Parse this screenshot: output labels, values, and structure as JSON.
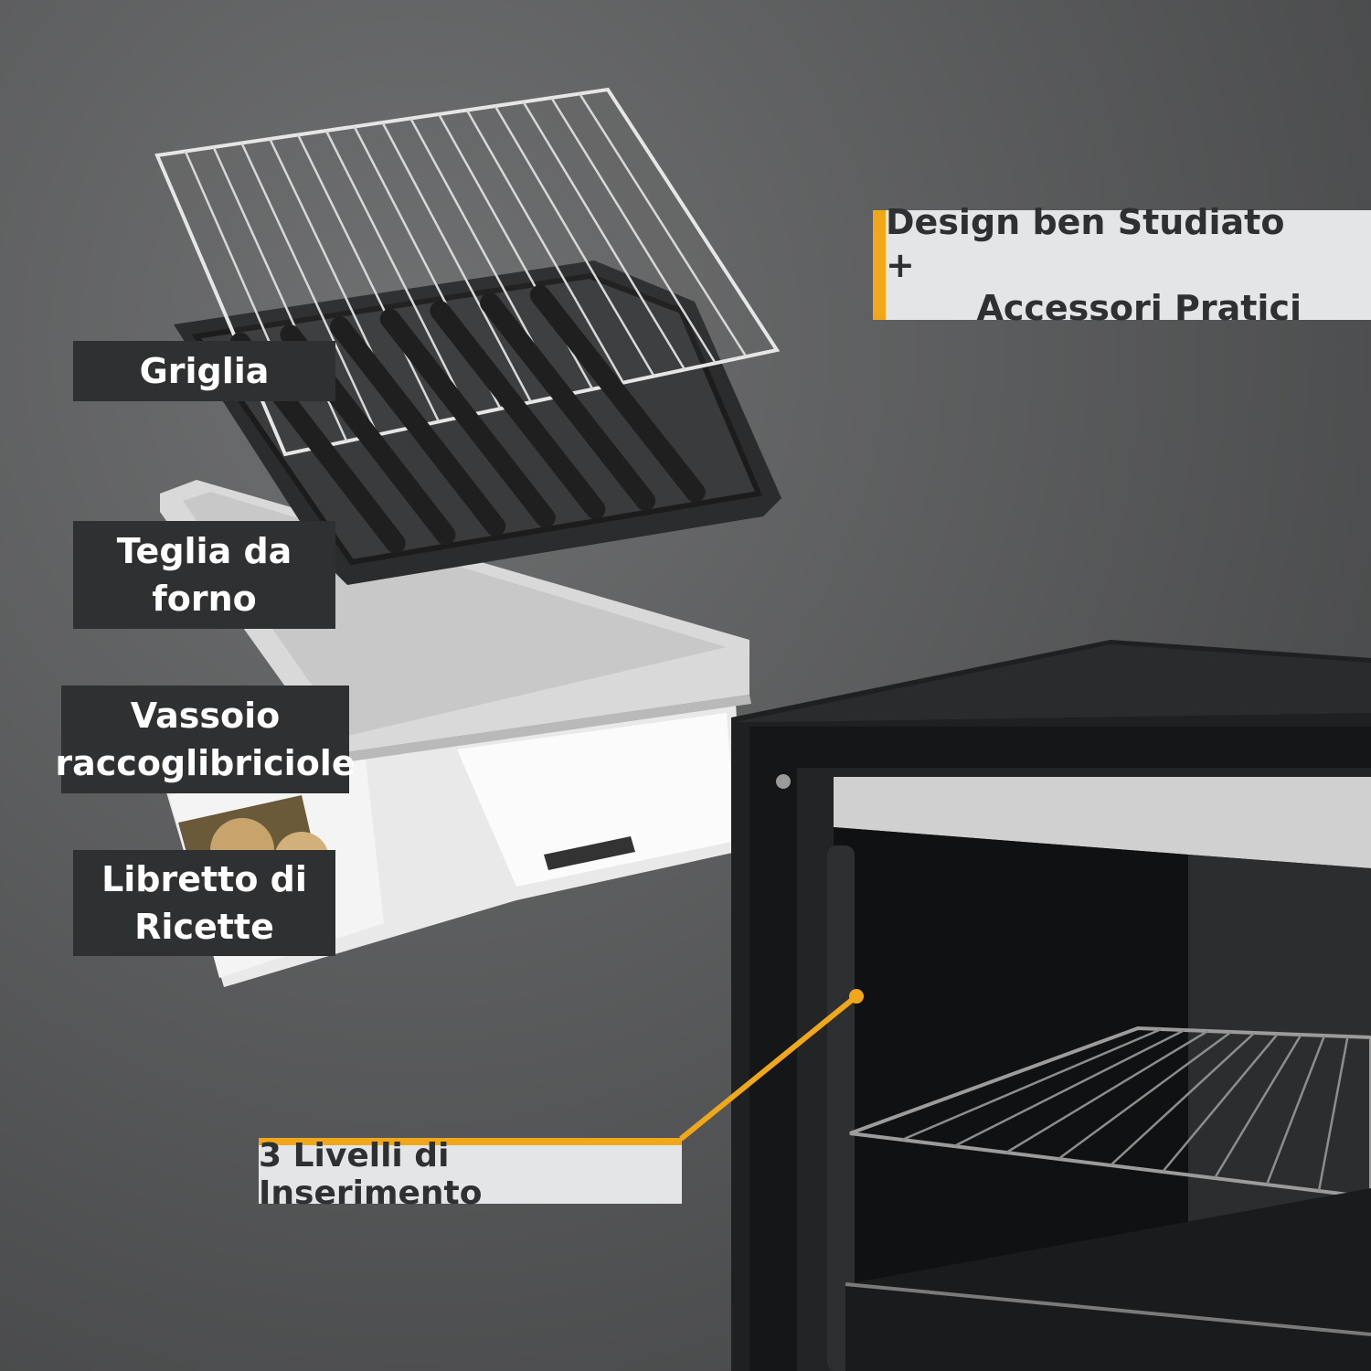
{
  "headline": {
    "line1": "Design ben Studiato +",
    "line2": "Accessori Pratici"
  },
  "labels": {
    "grill": "Griglia",
    "baking_tray": {
      "line1": "Teglia da",
      "line2": "forno"
    },
    "crumb_tray": {
      "line1": "Vassoio",
      "line2": "raccoglibriciole"
    },
    "recipe_book": {
      "line1": "Libretto di",
      "line2": "Ricette"
    }
  },
  "callout": {
    "text": "3 Livelli di Inserimento"
  },
  "colors": {
    "accent": "#f0a81a",
    "label_dark": "#2f3031",
    "label_light": "#e4e5e6"
  }
}
